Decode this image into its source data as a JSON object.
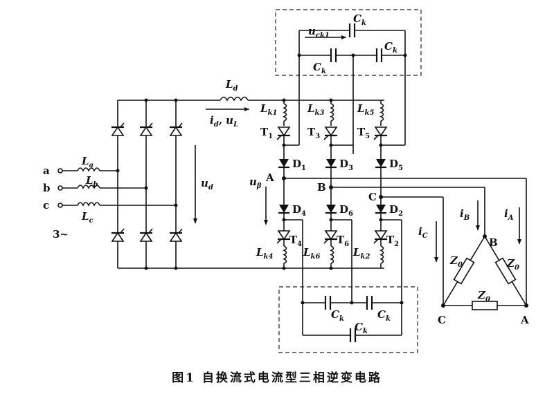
{
  "caption": "图1  自换流式电流型三相逆变电路",
  "inputs": {
    "a": "a",
    "b": "b",
    "c": "c",
    "source": "3~"
  },
  "inductors": {
    "La": [
      "L",
      "a"
    ],
    "Lb": [
      "L",
      "b"
    ],
    "Lc": [
      "L",
      "c"
    ],
    "Ld": [
      "L",
      "d"
    ],
    "Lk1": [
      "L",
      "k1"
    ],
    "Lk3": [
      "L",
      "k3"
    ],
    "Lk5": [
      "L",
      "k5"
    ],
    "Lk4": [
      "L",
      "k4"
    ],
    "Lk6": [
      "L",
      "k6"
    ],
    "Lk2": [
      "L",
      "k2"
    ]
  },
  "labels": {
    "id_uL": "i",
    "id_sub": "d",
    "id_sep": ", u",
    "uL_sub": "L",
    "ud": "u",
    "ud_sub": "d",
    "ubeta": "u",
    "ubeta_sub": "β",
    "uck1": "u",
    "uck1_sub": "ck1"
  },
  "thyristors": {
    "T1": [
      "T",
      "1"
    ],
    "T3": [
      "T",
      "3"
    ],
    "T5": [
      "T",
      "5"
    ],
    "T4": [
      "T",
      "4"
    ],
    "T6": [
      "T",
      "6"
    ],
    "T2": [
      "T",
      "2"
    ]
  },
  "diodes": {
    "D1": [
      "D",
      "1"
    ],
    "D3": [
      "D",
      "3"
    ],
    "D5": [
      "D",
      "5"
    ],
    "D4": [
      "D",
      "4"
    ],
    "D6": [
      "D",
      "6"
    ],
    "D2": [
      "D",
      "2"
    ]
  },
  "capacitors": {
    "label": "C",
    "sub": "k"
  },
  "nodes": {
    "A": "A",
    "B": "B",
    "C": "C"
  },
  "load": {
    "impedance": [
      "Z",
      "0"
    ],
    "iA": [
      "i",
      "A"
    ],
    "iB": [
      "i",
      "B"
    ],
    "iC": [
      "i",
      "C"
    ],
    "A": "A",
    "B": "B",
    "C": "C"
  }
}
